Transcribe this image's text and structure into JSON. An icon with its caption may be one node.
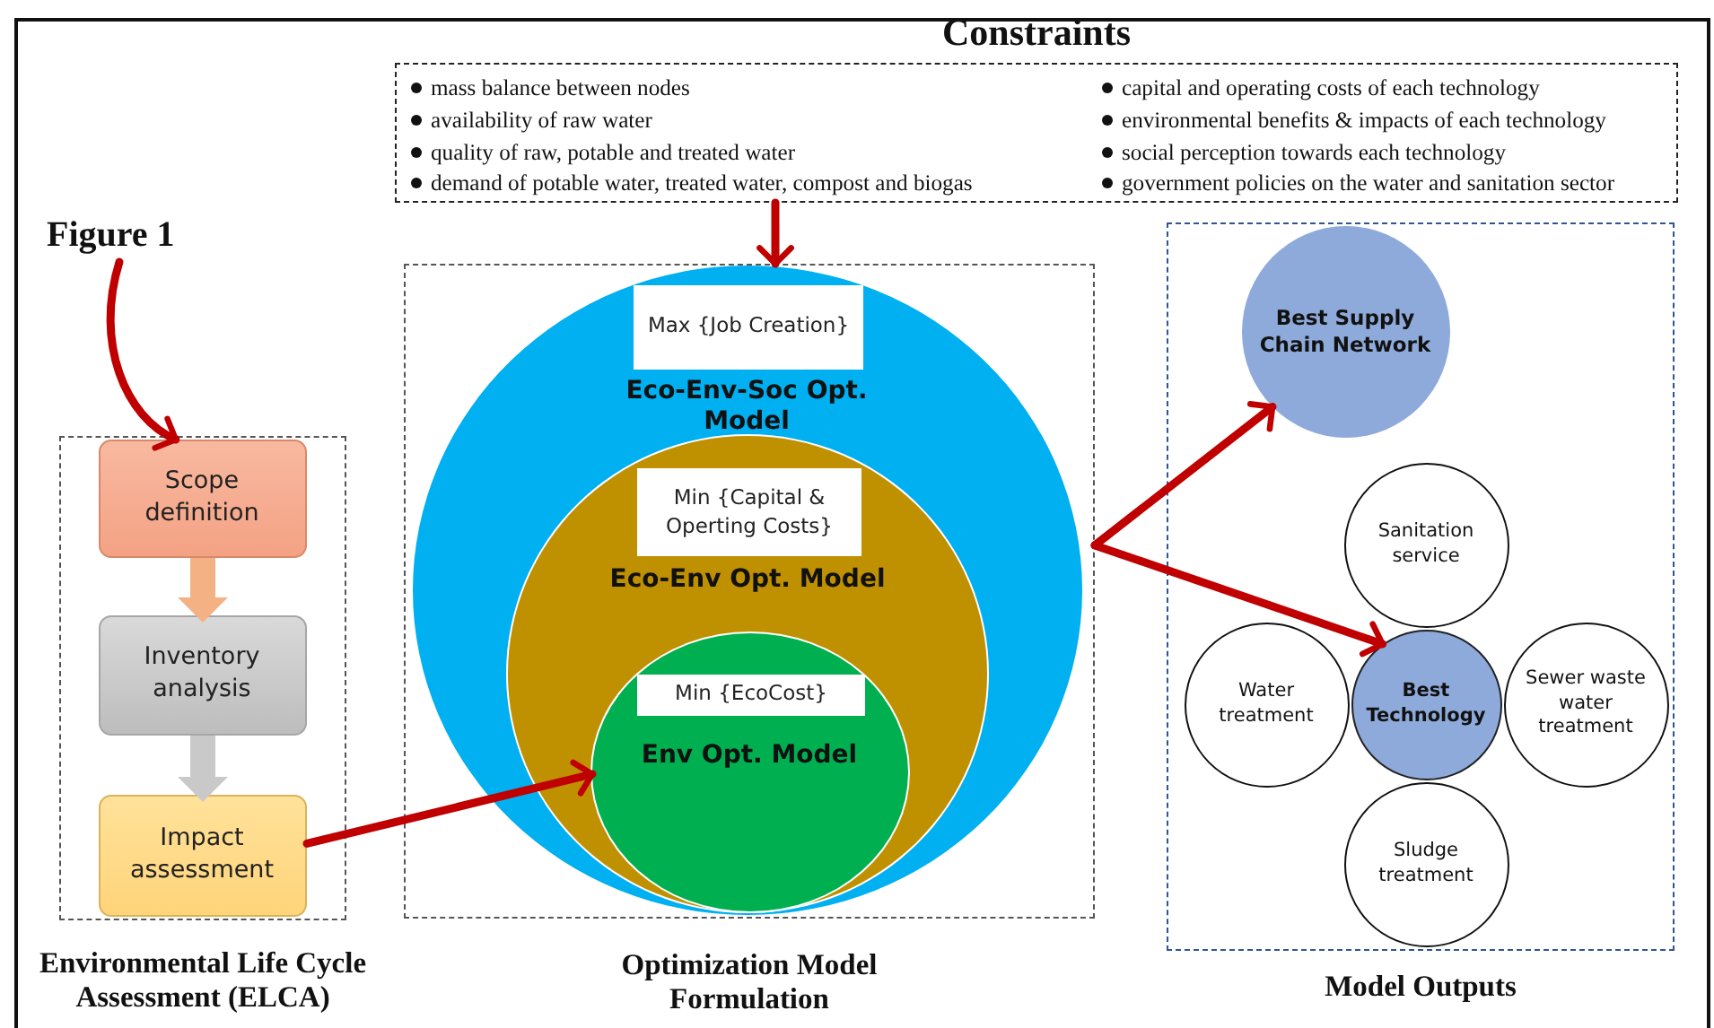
{
  "diagram": {
    "nodes": [
      {
        "text": [
          "Constraints",
          "mass balance between nodes",
          "availability  of raw water",
          "quality of raw, potable and treated water",
          "demand of potable water, treated water, compost and biogas",
          "capital and operating costs of each technology",
          "environmental benefits & impacts of each technology",
          "social perception towards each technology",
          "government policies on the water and sanitation sector"
        ]
      },
      {
        "text": [
          "Environmental Life Cycle Assessment (ELCA)"
        ]
      },
      {
        "text": [
          "Scope definition"
        ],
        "in": 1
      },
      {
        "text": [
          "Inventory analysis"
        ],
        "in": 1
      },
      {
        "text": [
          "Impact assessment"
        ],
        "in": 1
      },
      {
        "text": [
          "Optimization Model Formulation"
        ]
      },
      {
        "text": [
          "Max {Job Creation}",
          "Eco-Env-Soc Opt. Model"
        ],
        "in": 5
      },
      {
        "text": [
          "Min {Capital & Operting Costs}",
          "Eco-Env Opt. Model"
        ],
        "in": 6
      },
      {
        "text": [
          "Min {EcoCost}",
          "Env Opt. Model"
        ],
        "in": 7
      },
      {
        "text": [
          "Model Outputs"
        ]
      },
      {
        "text": [
          "Best  Supply Chain Network"
        ],
        "in": 9
      },
      {
        "text": [
          "Best Technology"
        ],
        "in": 9
      },
      {
        "text": [
          "Sanitation service"
        ],
        "in": 9
      },
      {
        "text": [
          "Water treatment"
        ],
        "in": 9
      },
      {
        "text": [
          "Sewer waste water treatment"
        ],
        "in": 9
      },
      {
        "text": [
          "Sludge treatment"
        ],
        "in": 9
      },
      {
        "text": [
          "Figure 1"
        ]
      }
    ],
    "edges": [
      {
        "from": 16,
        "to": 2,
        "arrow": "to"
      },
      {
        "from": 2,
        "to": 3,
        "arrow": "to",
        "style": "thick",
        "color": "#f4b183"
      },
      {
        "from": 3,
        "to": 4,
        "arrow": "to",
        "style": "thick",
        "color": "#c9c9c9"
      },
      {
        "from": 4,
        "to": 8,
        "arrow": "to"
      },
      {
        "from": 0,
        "to": 5,
        "arrow": "to"
      },
      {
        "from": 5,
        "to": 10,
        "arrow": "to"
      },
      {
        "from": 5,
        "to": 11,
        "arrow": "to"
      }
    ]
  }
}
